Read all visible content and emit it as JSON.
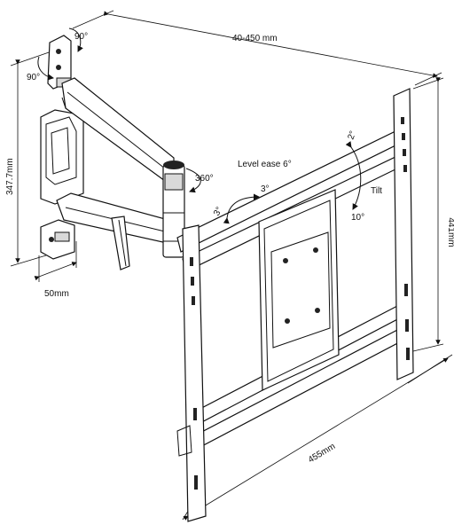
{
  "dimensions": {
    "arm_span": "40-450 mm",
    "wall_plate_height": "347.7mm",
    "wall_plate_depth": "50mm",
    "bracket_height": "441mm",
    "bracket_width": "455mm"
  },
  "rotations": {
    "top_pivot_vertical": "90°",
    "top_pivot_horizontal": "90°",
    "elbow_swivel": "360°",
    "level_ease": "Level ease 6°",
    "swivel_left": "3°",
    "swivel_right": "3°",
    "tilt_label": "Tilt",
    "tilt_up": "2°",
    "tilt_down": "10°"
  }
}
